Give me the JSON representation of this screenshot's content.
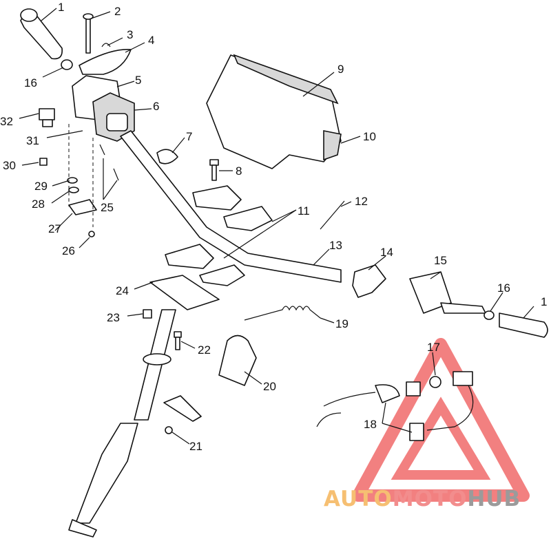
{
  "callouts": [
    "1",
    "2",
    "3",
    "4",
    "16",
    "5",
    "6",
    "32",
    "31",
    "7",
    "9",
    "10",
    "30",
    "8",
    "29",
    "28",
    "25",
    "27",
    "26",
    "11",
    "12",
    "13",
    "14",
    "15",
    "16",
    "1",
    "24",
    "23",
    "19",
    "22",
    "17",
    "20",
    "18",
    "21"
  ],
  "watermark": {
    "parts": [
      "AUTO",
      "MOTO",
      "HUB"
    ],
    "colors": [
      "#f5b55a",
      "#f07a7a",
      "#8a8a8a"
    ],
    "triangle_color": "#f06a6a"
  }
}
